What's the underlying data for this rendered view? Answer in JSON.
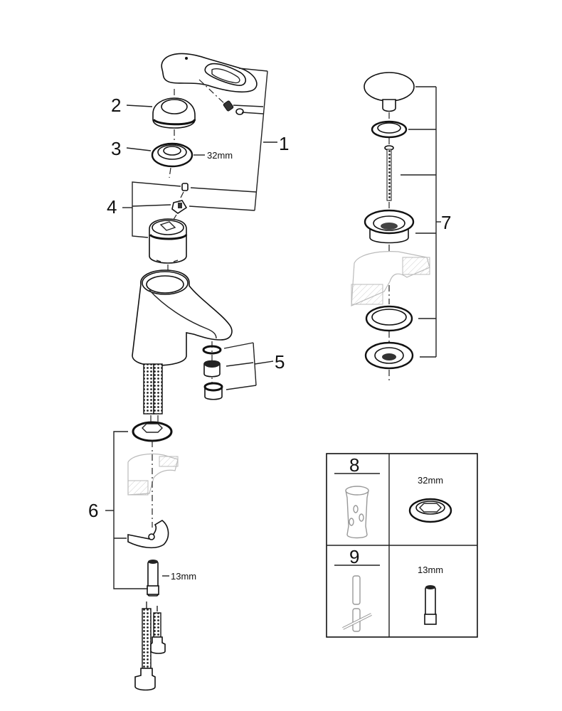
{
  "diagram": {
    "type": "exploded-parts-diagram",
    "subject": "single-lever basin mixer tap with pop-up waste",
    "callouts": [
      {
        "number": "1",
        "part": "lever handle with grub screw and cap"
      },
      {
        "number": "2",
        "part": "escutcheon cover"
      },
      {
        "number": "3",
        "part": "cartridge retaining nut",
        "size": "32mm"
      },
      {
        "number": "4",
        "part": "cartridge with screw and adapter"
      },
      {
        "number": "5",
        "part": "aerator set"
      },
      {
        "number": "6",
        "part": "mounting set",
        "size": "13mm"
      },
      {
        "number": "7",
        "part": "pop-up waste set"
      },
      {
        "number": "8",
        "part": "tool",
        "size": "32mm"
      },
      {
        "number": "9",
        "part": "tool",
        "size": "13mm"
      }
    ],
    "labels": {
      "n1": "1",
      "n2": "2",
      "n3": "3",
      "n4": "4",
      "n5": "5",
      "n6": "6",
      "n7": "7",
      "n8": "8",
      "n9": "9",
      "size_nut": "32mm",
      "size_stud": "13mm",
      "tool_table_size_top": "32mm",
      "tool_table_size_bottom": "13mm"
    }
  }
}
